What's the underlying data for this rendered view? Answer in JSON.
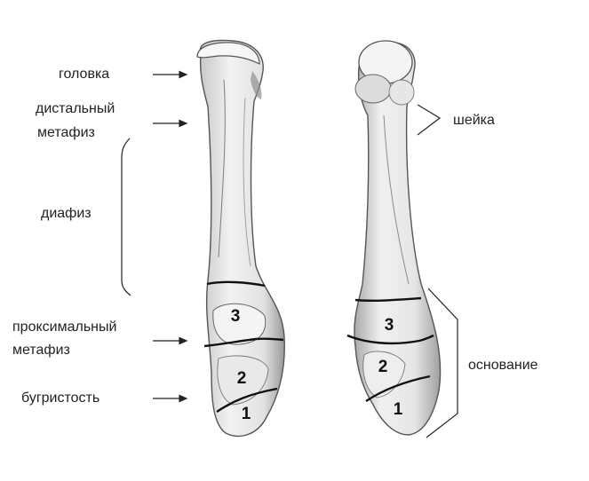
{
  "labels": {
    "golovka": "головка",
    "distal_line1": "дистальный",
    "distal_line2": "метафиз",
    "diafiz": "диафиз",
    "proximal_line1": "проксимальный",
    "proximal_line2": "метафиз",
    "bugristost": "бугристость",
    "sheyka": "шейка",
    "osnovanie": "основание"
  },
  "zones": {
    "left": [
      "3",
      "2",
      "1"
    ],
    "right": [
      "3",
      "2",
      "1"
    ]
  },
  "colors": {
    "ink": "#222222",
    "bone_fill": "#efefef",
    "bone_shade": "#b9b9b9"
  }
}
